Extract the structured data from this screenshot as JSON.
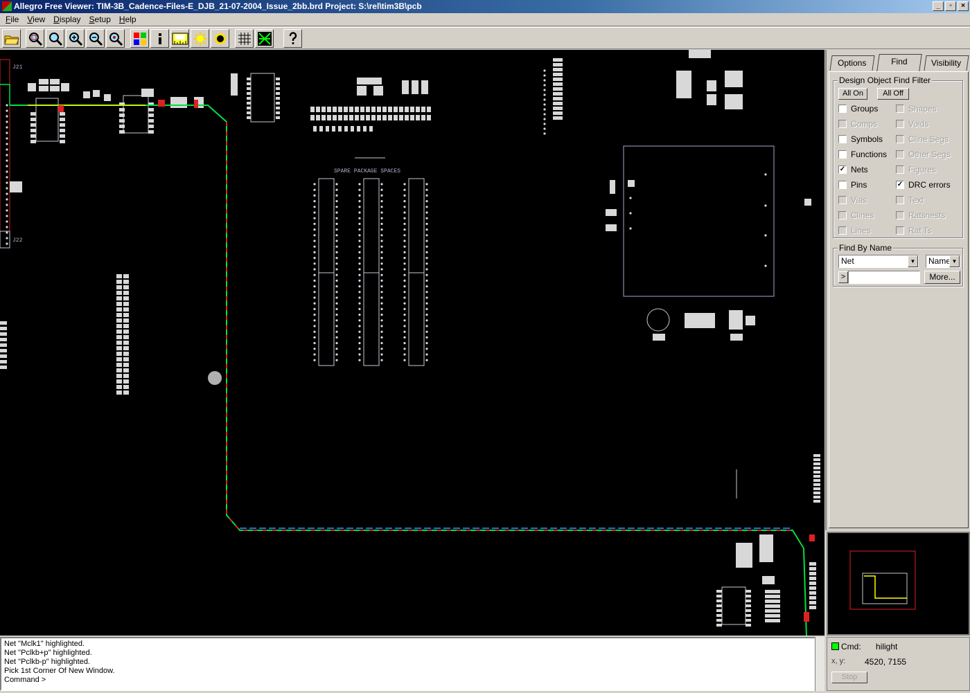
{
  "window": {
    "title": "Allegro Free Viewer: TIM-3B_Cadence-Files-E_DJB_21-07-2004_Issue_2bb.brd  Project: S:\\rel\\tim3B\\pcb",
    "minimize": "_",
    "restore": "▫",
    "close": "×"
  },
  "menu": [
    "File",
    "View",
    "Display",
    "Setup",
    "Help"
  ],
  "toolbar": {
    "buttons": [
      {
        "name": "open-icon",
        "glyph": "📂"
      },
      {
        "name": "zoom-fit-icon",
        "glyph": "🔍"
      },
      {
        "name": "zoom-points-icon",
        "glyph": "🔍"
      },
      {
        "name": "zoom-in-icon",
        "glyph": "⊕"
      },
      {
        "name": "zoom-out-icon",
        "glyph": "⊖"
      },
      {
        "name": "zoom-world-icon",
        "glyph": "🔍"
      },
      {
        "name": "color-icon",
        "glyph": "▦"
      },
      {
        "name": "info-icon",
        "glyph": "i"
      },
      {
        "name": "measure-icon",
        "glyph": "123"
      },
      {
        "name": "highlight-icon",
        "glyph": "✸"
      },
      {
        "name": "dehighlight-icon",
        "glyph": "●"
      },
      {
        "name": "grid-icon",
        "glyph": "#"
      },
      {
        "name": "ratsnest-icon",
        "glyph": "✕"
      },
      {
        "name": "help-icon",
        "glyph": "?"
      }
    ]
  },
  "canvas": {
    "labels": {
      "j21": "J21",
      "j22": "J22",
      "spare": "SPARE  PACKAGE  SPACES"
    }
  },
  "panel": {
    "tabs": [
      "Options",
      "Find",
      "Visibility"
    ],
    "active_tab": "Find",
    "filter": {
      "title": "Design Object Find Filter",
      "all_on": "All On",
      "all_off": "All Off",
      "left": [
        {
          "label": "Groups",
          "checked": false,
          "enabled": true
        },
        {
          "label": "Comps",
          "checked": false,
          "enabled": false
        },
        {
          "label": "Symbols",
          "checked": false,
          "enabled": true
        },
        {
          "label": "Functions",
          "checked": false,
          "enabled": true
        },
        {
          "label": "Nets",
          "checked": true,
          "enabled": true
        },
        {
          "label": "Pins",
          "checked": false,
          "enabled": true
        },
        {
          "label": "Vias",
          "checked": false,
          "enabled": false
        },
        {
          "label": "Clines",
          "checked": false,
          "enabled": false
        },
        {
          "label": "Lines",
          "checked": false,
          "enabled": false
        }
      ],
      "right": [
        {
          "label": "Shapes",
          "checked": false,
          "enabled": false
        },
        {
          "label": "Voids",
          "checked": false,
          "enabled": false
        },
        {
          "label": "Cline Segs",
          "checked": false,
          "enabled": false
        },
        {
          "label": "Other Segs",
          "checked": false,
          "enabled": false
        },
        {
          "label": "Figures",
          "checked": false,
          "enabled": false
        },
        {
          "label": "DRC errors",
          "checked": true,
          "enabled": true
        },
        {
          "label": "Text",
          "checked": false,
          "enabled": false
        },
        {
          "label": "Ratsnests",
          "checked": false,
          "enabled": false
        },
        {
          "label": "Rat Ts",
          "checked": false,
          "enabled": false
        }
      ]
    },
    "find_by_name": {
      "title": "Find By Name",
      "type_value": "Net",
      "mode_value": "Name",
      "prompt": ">",
      "input_value": "",
      "more": "More..."
    }
  },
  "console": {
    "lines": [
      "Net \"Mclk1\" highlighted.",
      "Net \"Pclkb+p\" highlighted.",
      "Net \"Pclkb-p\" highlighted.",
      "Pick 1st Corner Of New Window.",
      "Command >"
    ]
  },
  "status": {
    "cmd_label": "Cmd:",
    "cmd_value": "hilight",
    "xy_label": "x, y:",
    "xy_value": "4520, 7155",
    "stop": "Stop",
    "cmd_color": "#00ff00"
  }
}
